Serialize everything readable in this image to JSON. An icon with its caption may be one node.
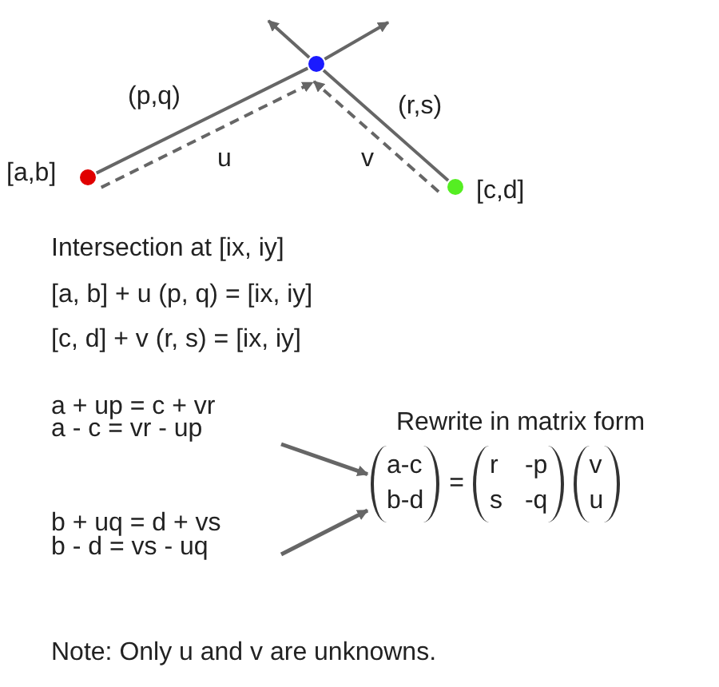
{
  "diagram": {
    "nodes": [
      {
        "text": [],
        "shape": "circle",
        "beside": [
          "[a,b]"
        ]
      },
      {
        "text": [],
        "shape": "circle"
      },
      {
        "text": [],
        "shape": "circle",
        "beside": [
          "[c,d]"
        ]
      },
      {
        "text": [
          "a - c = vr - up"
        ]
      },
      {
        "text": [
          "b - d = vs - uq"
        ]
      },
      {
        "text": [
          "a-c",
          "b-d",
          "=",
          "r",
          "-p",
          "s",
          "-q",
          "v",
          "u"
        ]
      }
    ],
    "edges": [
      {
        "from": 0,
        "to": 1,
        "arrow": "none",
        "label": "(p,q)"
      },
      {
        "from": 1,
        "to": null,
        "arrow": "to"
      },
      {
        "from": 2,
        "to": 1,
        "arrow": "none",
        "label": "(r,s)"
      },
      {
        "from": 1,
        "to": null,
        "arrow": "to"
      },
      {
        "from": 0,
        "to": 1,
        "arrow": "to",
        "style": "dashed",
        "label": "u"
      },
      {
        "from": 2,
        "to": 1,
        "arrow": "to",
        "style": "dashed",
        "label": "v"
      },
      {
        "from": 3,
        "to": 5,
        "arrow": "to"
      },
      {
        "from": 4,
        "to": 5,
        "arrow": "to"
      }
    ],
    "labels": [
      "Intersection at [ix, iy]",
      "[a, b] + u (p, q) = [ix, iy]",
      "[c, d] + v (r, s) = [ix, iy]",
      "a + up = c + vr",
      "Rewrite in matrix form",
      "b + uq = d + vs",
      "Note: Only u and v are unknowns."
    ]
  }
}
